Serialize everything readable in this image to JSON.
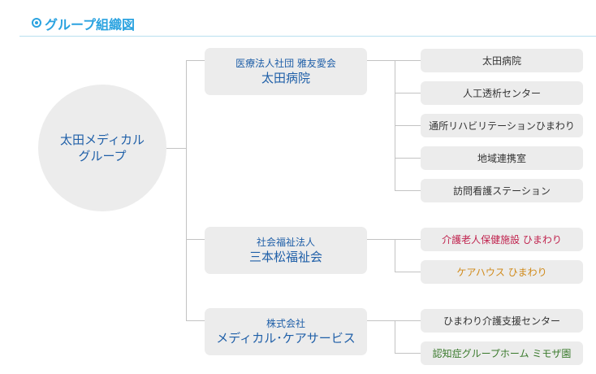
{
  "heading": {
    "title": "グループ組織図"
  },
  "root": {
    "line1": "太田メディカル",
    "line2": "グループ"
  },
  "orgs": [
    {
      "sub": "医療法人社団 雅友愛会",
      "name": "太田病院"
    },
    {
      "sub": "社会福祉法人",
      "name": "三本松福祉会"
    },
    {
      "sub": "株式会社",
      "name": "メディカル･ケアサービス"
    }
  ],
  "facilities": [
    {
      "label": "太田病院",
      "color": "#333333"
    },
    {
      "label": "人工透析センター",
      "color": "#333333"
    },
    {
      "label": "通所リハビリテーションひまわり",
      "color": "#333333"
    },
    {
      "label": "地域連携室",
      "color": "#333333"
    },
    {
      "label": "訪問看護ステーション",
      "color": "#333333"
    },
    {
      "label": "介護老人保健施設 ひまわり",
      "color": "#c0234e"
    },
    {
      "label": "ケアハウス ひまわり",
      "color": "#d08a1a"
    },
    {
      "label": "ひまわり介護支援センター",
      "color": "#333333"
    },
    {
      "label": "認知症グループホーム ミモザ園",
      "color": "#3a7a2c"
    }
  ]
}
